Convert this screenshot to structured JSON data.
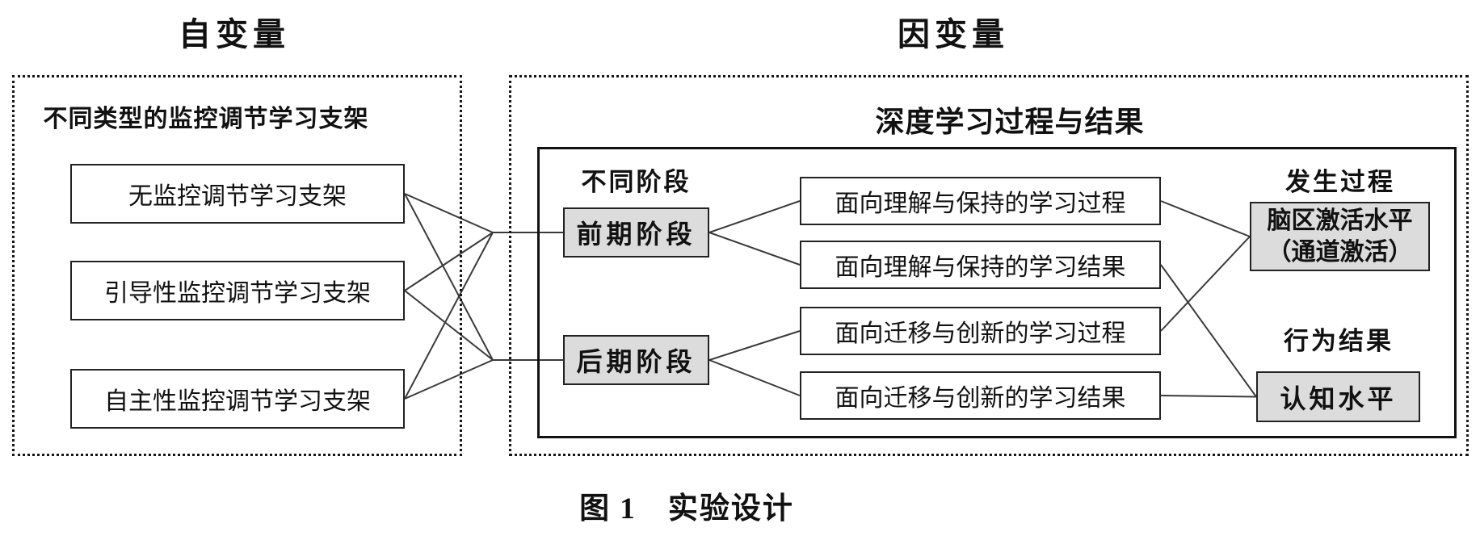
{
  "titles": {
    "independent": "自变量",
    "dependent": "因变量"
  },
  "left_panel": {
    "heading": "不同类型的监控调节学习支架",
    "boxes": [
      "无监控调节学习支架",
      "引导性监控调节学习支架",
      "自主性监控调节学习支架"
    ]
  },
  "right_panel": {
    "heading": "深度学习过程与结果",
    "stage_label": "不同阶段",
    "stages": [
      "前期阶段",
      "后期阶段"
    ],
    "process_boxes": [
      "面向理解与保持的学习过程",
      "面向理解与保持的学习结果",
      "面向迁移与创新的学习过程",
      "面向迁移与创新的学习结果"
    ],
    "occurrence_label": "发生过程",
    "brain_box": {
      "line1": "脑区激活水平",
      "line2": "（通道激活）"
    },
    "behavior_label": "行为结果",
    "cognition_box": "认知水平"
  },
  "caption": "图 1　实验设计",
  "colors": {
    "line": "#3a3a3a",
    "border": "#222222",
    "gray_fill": "#dcdcdc",
    "dotted_border": "#161616"
  },
  "edges": [
    {
      "from": "scaffold-0",
      "fa": "right",
      "to": "junction-early",
      "ta": "center"
    },
    {
      "from": "scaffold-0",
      "fa": "right",
      "to": "junction-late",
      "ta": "center"
    },
    {
      "from": "scaffold-1",
      "fa": "right",
      "to": "junction-early",
      "ta": "center"
    },
    {
      "from": "scaffold-1",
      "fa": "right",
      "to": "junction-late",
      "ta": "center"
    },
    {
      "from": "scaffold-2",
      "fa": "right",
      "to": "junction-early",
      "ta": "center"
    },
    {
      "from": "scaffold-2",
      "fa": "right",
      "to": "junction-late",
      "ta": "center"
    },
    {
      "from": "junction-early",
      "fa": "center",
      "to": "stage-0",
      "ta": "left"
    },
    {
      "from": "junction-late",
      "fa": "center",
      "to": "stage-1",
      "ta": "left"
    },
    {
      "from": "stage-0",
      "fa": "right",
      "to": "process-0",
      "ta": "left"
    },
    {
      "from": "stage-0",
      "fa": "right",
      "to": "process-1",
      "ta": "left"
    },
    {
      "from": "stage-1",
      "fa": "right",
      "to": "process-2",
      "ta": "left"
    },
    {
      "from": "stage-1",
      "fa": "right",
      "to": "process-3",
      "ta": "left"
    },
    {
      "from": "process-0",
      "fa": "right",
      "to": "brain-box",
      "ta": "left"
    },
    {
      "from": "process-2",
      "fa": "right",
      "to": "brain-box",
      "ta": "left"
    },
    {
      "from": "process-1",
      "fa": "right",
      "to": "cognition-box",
      "ta": "left"
    },
    {
      "from": "process-3",
      "fa": "right",
      "to": "cognition-box",
      "ta": "left"
    }
  ]
}
